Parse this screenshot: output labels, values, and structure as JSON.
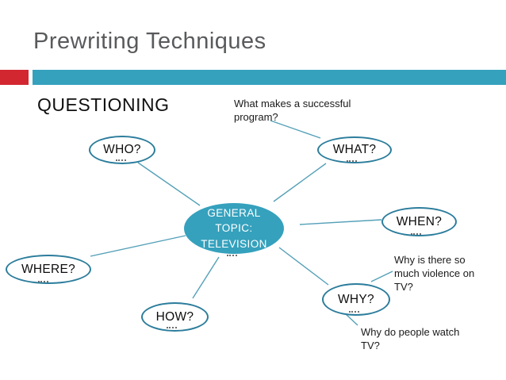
{
  "slide": {
    "title": "Prewriting Techniques",
    "section_heading": "QUESTIONING"
  },
  "colors": {
    "accent_red": "#d22730",
    "accent_teal_bar": "#35a1bd",
    "center_oval_fill": "#35a1bd",
    "oval_border": "#2c7d9c",
    "connector_line": "#54a0b8",
    "title_gray": "#595a5c"
  },
  "diagram": {
    "type": "mind-map",
    "center_node": {
      "lines": [
        "GENERAL",
        "TOPIC:",
        "TELEVISION"
      ]
    },
    "nodes": [
      {
        "id": "who",
        "label": "WHO?"
      },
      {
        "id": "what",
        "label": "WHAT?"
      },
      {
        "id": "when",
        "label": "WHEN?"
      },
      {
        "id": "where",
        "label": "WHERE?"
      },
      {
        "id": "how",
        "label": "HOW?"
      },
      {
        "id": "why",
        "label": "WHY?"
      }
    ],
    "annotations": [
      {
        "id": "what-question",
        "text": "What makes a successful program?"
      },
      {
        "id": "violence-question",
        "text": "Why is there so much violence on TV?"
      },
      {
        "id": "watch-question",
        "text": "Why do people watch TV?"
      }
    ]
  }
}
